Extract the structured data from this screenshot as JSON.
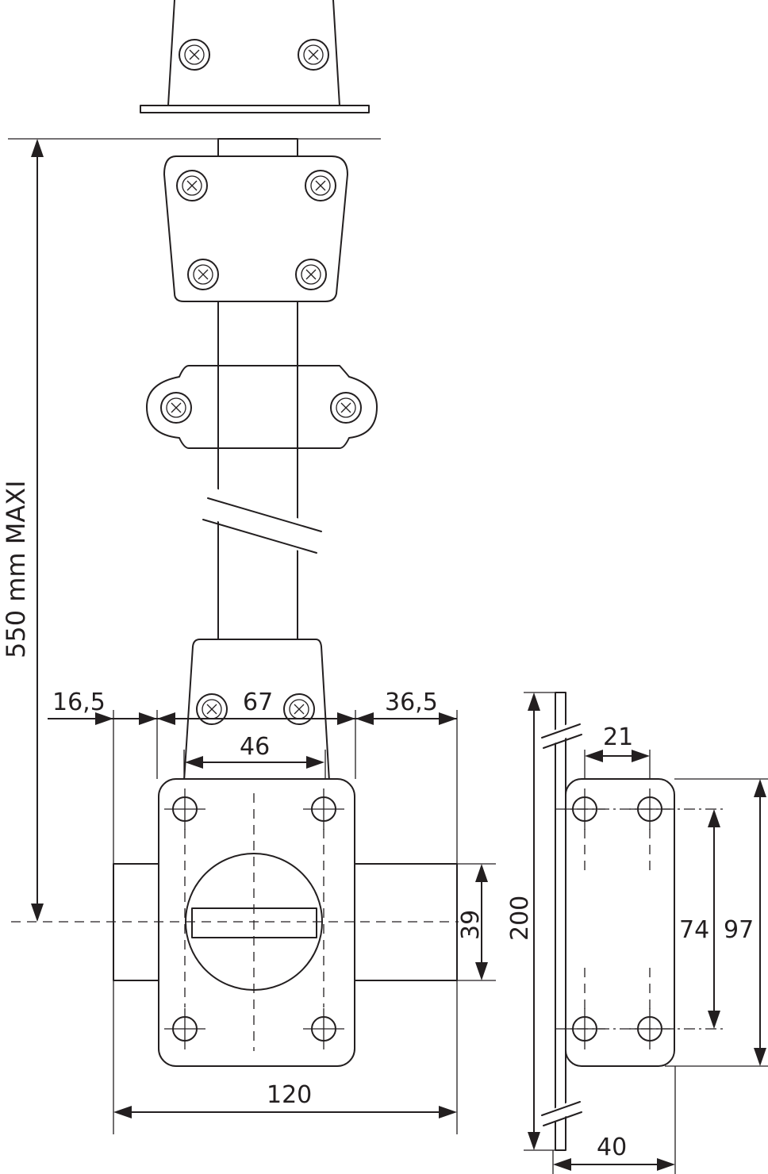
{
  "dimensions": {
    "rod_length": "550 mm MAXI",
    "left_offset": "16,5",
    "screw_span_top": "67",
    "right_offset": "36,5",
    "hole_span_front": "46",
    "body_height": "39",
    "total_width": "120",
    "keeper_length": "200",
    "keeper_hole_span": "21",
    "keeper_hole_vertical": "74",
    "keeper_plate_height": "97",
    "keeper_depth": "40"
  }
}
